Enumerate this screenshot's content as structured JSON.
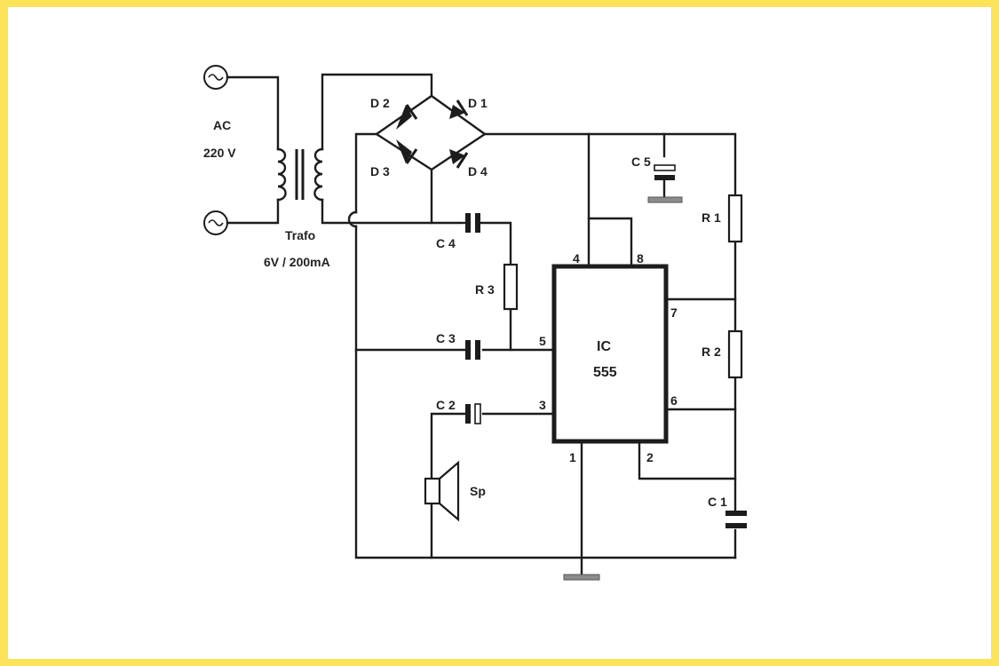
{
  "colors": {
    "border": "#fde35a",
    "background": "#ffffff",
    "ink": "#1c1c1c",
    "ground": "#8c8c8c"
  },
  "labels": {
    "ac": "AC",
    "voltage": "220 V",
    "trafo": "Trafo",
    "trafo_rating": "6V / 200mA",
    "d1": "D 1",
    "d2": "D 2",
    "d3": "D 3",
    "d4": "D 4",
    "c1": "C 1",
    "c2": "C 2",
    "c3": "C 3",
    "c4": "C 4",
    "c5": "C 5",
    "r1": "R 1",
    "r2": "R 2",
    "r3": "R 3",
    "ic_line1": "IC",
    "ic_line2": "555",
    "speaker": "Sp",
    "pin1": "1",
    "pin2": "2",
    "pin3": "3",
    "pin4": "4",
    "pin5": "5",
    "pin6": "6",
    "pin7": "7",
    "pin8": "8"
  }
}
